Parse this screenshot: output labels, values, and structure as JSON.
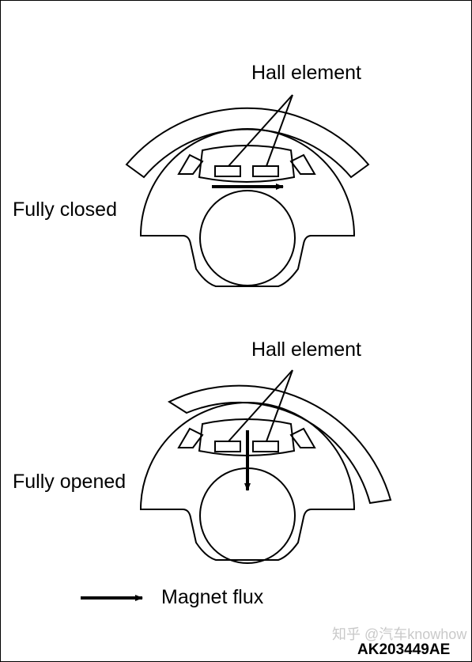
{
  "diagram": {
    "closed": {
      "hall_label": "Hall element",
      "state_label": "Fully closed"
    },
    "opened": {
      "hall_label": "Hall element",
      "state_label": "Fully opened"
    },
    "legend": {
      "label": "Magnet flux"
    },
    "figure_code": "AK203449AE",
    "watermark": "知乎 @汽车knowhow"
  }
}
